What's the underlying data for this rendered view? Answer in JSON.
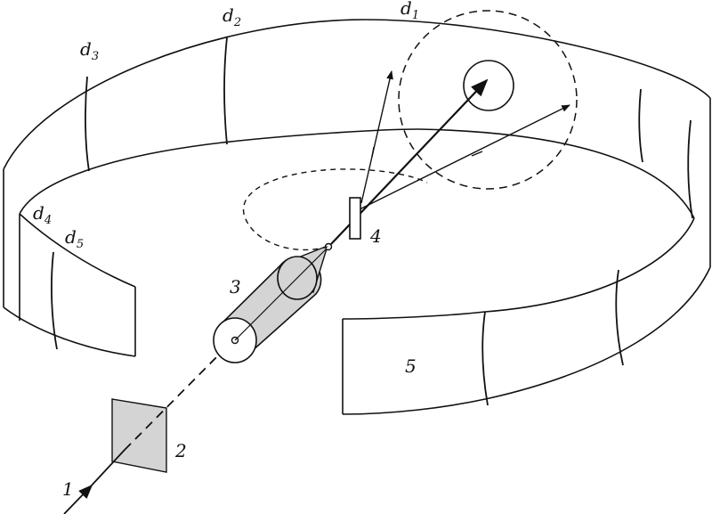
{
  "figure": {
    "labels": {
      "beam": "1",
      "slit": "2",
      "collimator": "3",
      "sample": "4",
      "film": "5",
      "d1": {
        "letter": "d",
        "index": "1"
      },
      "d2": {
        "letter": "d",
        "index": "2"
      },
      "d3": {
        "letter": "d",
        "index": "3"
      },
      "d4": {
        "letter": "d",
        "index": "4"
      },
      "d5": {
        "letter": "d",
        "index": "5"
      }
    },
    "colors": {
      "stroke": "#111111",
      "component_fill": "#d4d4d4",
      "background": "#ffffff"
    }
  }
}
